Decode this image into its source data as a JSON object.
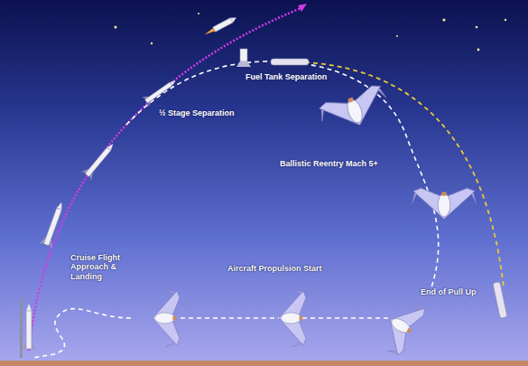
{
  "diagram": {
    "labels": [
      "Fuel Tank Separation",
      "½ Stage Separation",
      "Ballistic Reentry Mach 5+",
      "Cruise Flight Approach & Landing",
      "Aircraft Propulsion Start",
      "End of Pull Up"
    ]
  }
}
